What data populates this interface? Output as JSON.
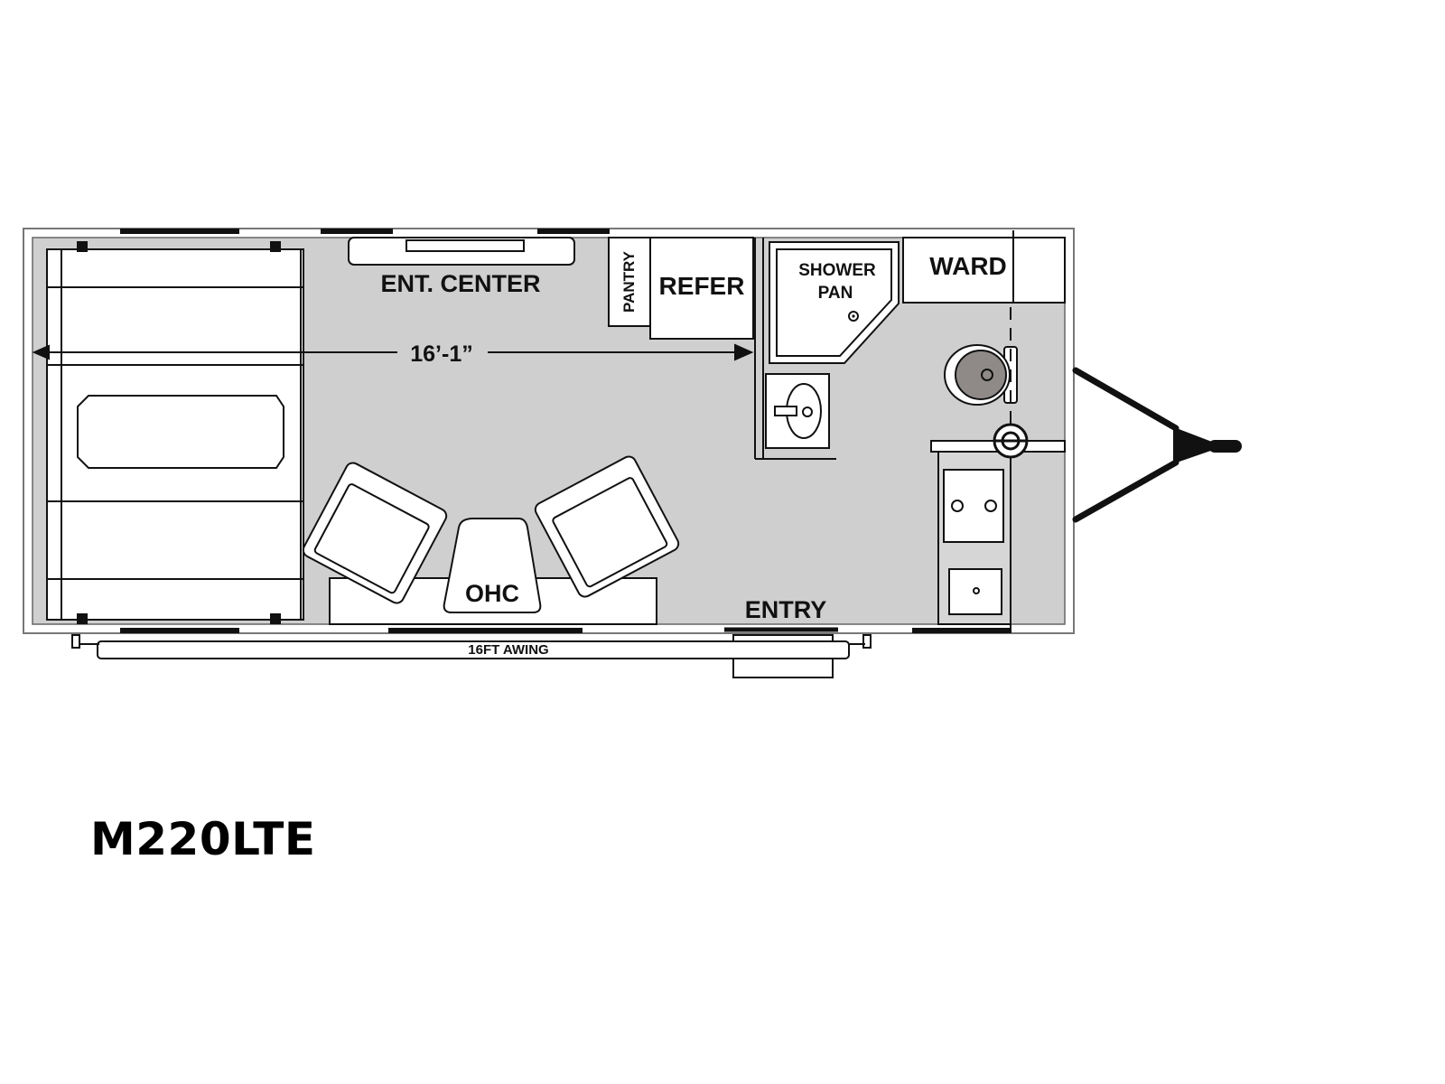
{
  "floorplan": {
    "model_name": "M220LTE",
    "labels": {
      "ent_center": "ENT. CENTER",
      "pantry": "PANTRY",
      "refer": "REFER",
      "shower_line1": "SHOWER",
      "shower_line2": "PAN",
      "ward": "WARD",
      "dimension": "16’-1”",
      "ohc": "OHC",
      "entry": "ENTRY",
      "awning": "16FT AWING"
    },
    "colors": {
      "floor": "#cfcfcf",
      "outline": "#111111",
      "toilet_bowl": "#8f8a88"
    }
  }
}
